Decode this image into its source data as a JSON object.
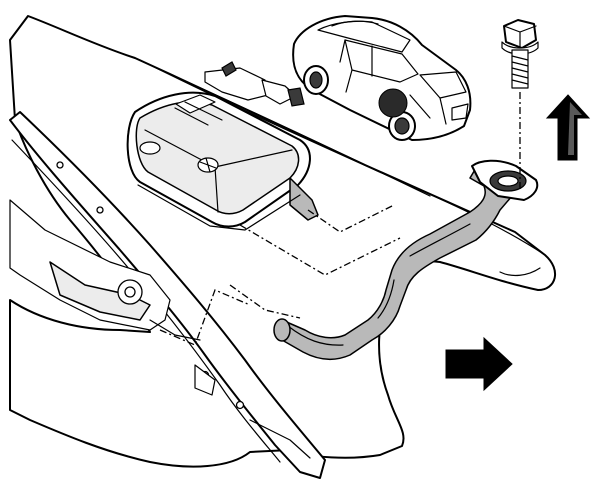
{
  "figure": {
    "kind": "exploded-assembly-illustration",
    "components": [
      "vehicle-locator",
      "mounting-bolt",
      "engine-cover",
      "ventilation-hose",
      "wheel-housing-panel",
      "fender-liner"
    ],
    "icons": [
      "up-arrow-icon",
      "right-arrow-icon"
    ],
    "colors": {
      "line": "#000000",
      "fill": "#ffffff",
      "light_shade": "#ececec",
      "mid_shade": "#b9b9b9",
      "dark_shade": "#3a3a3a"
    }
  }
}
